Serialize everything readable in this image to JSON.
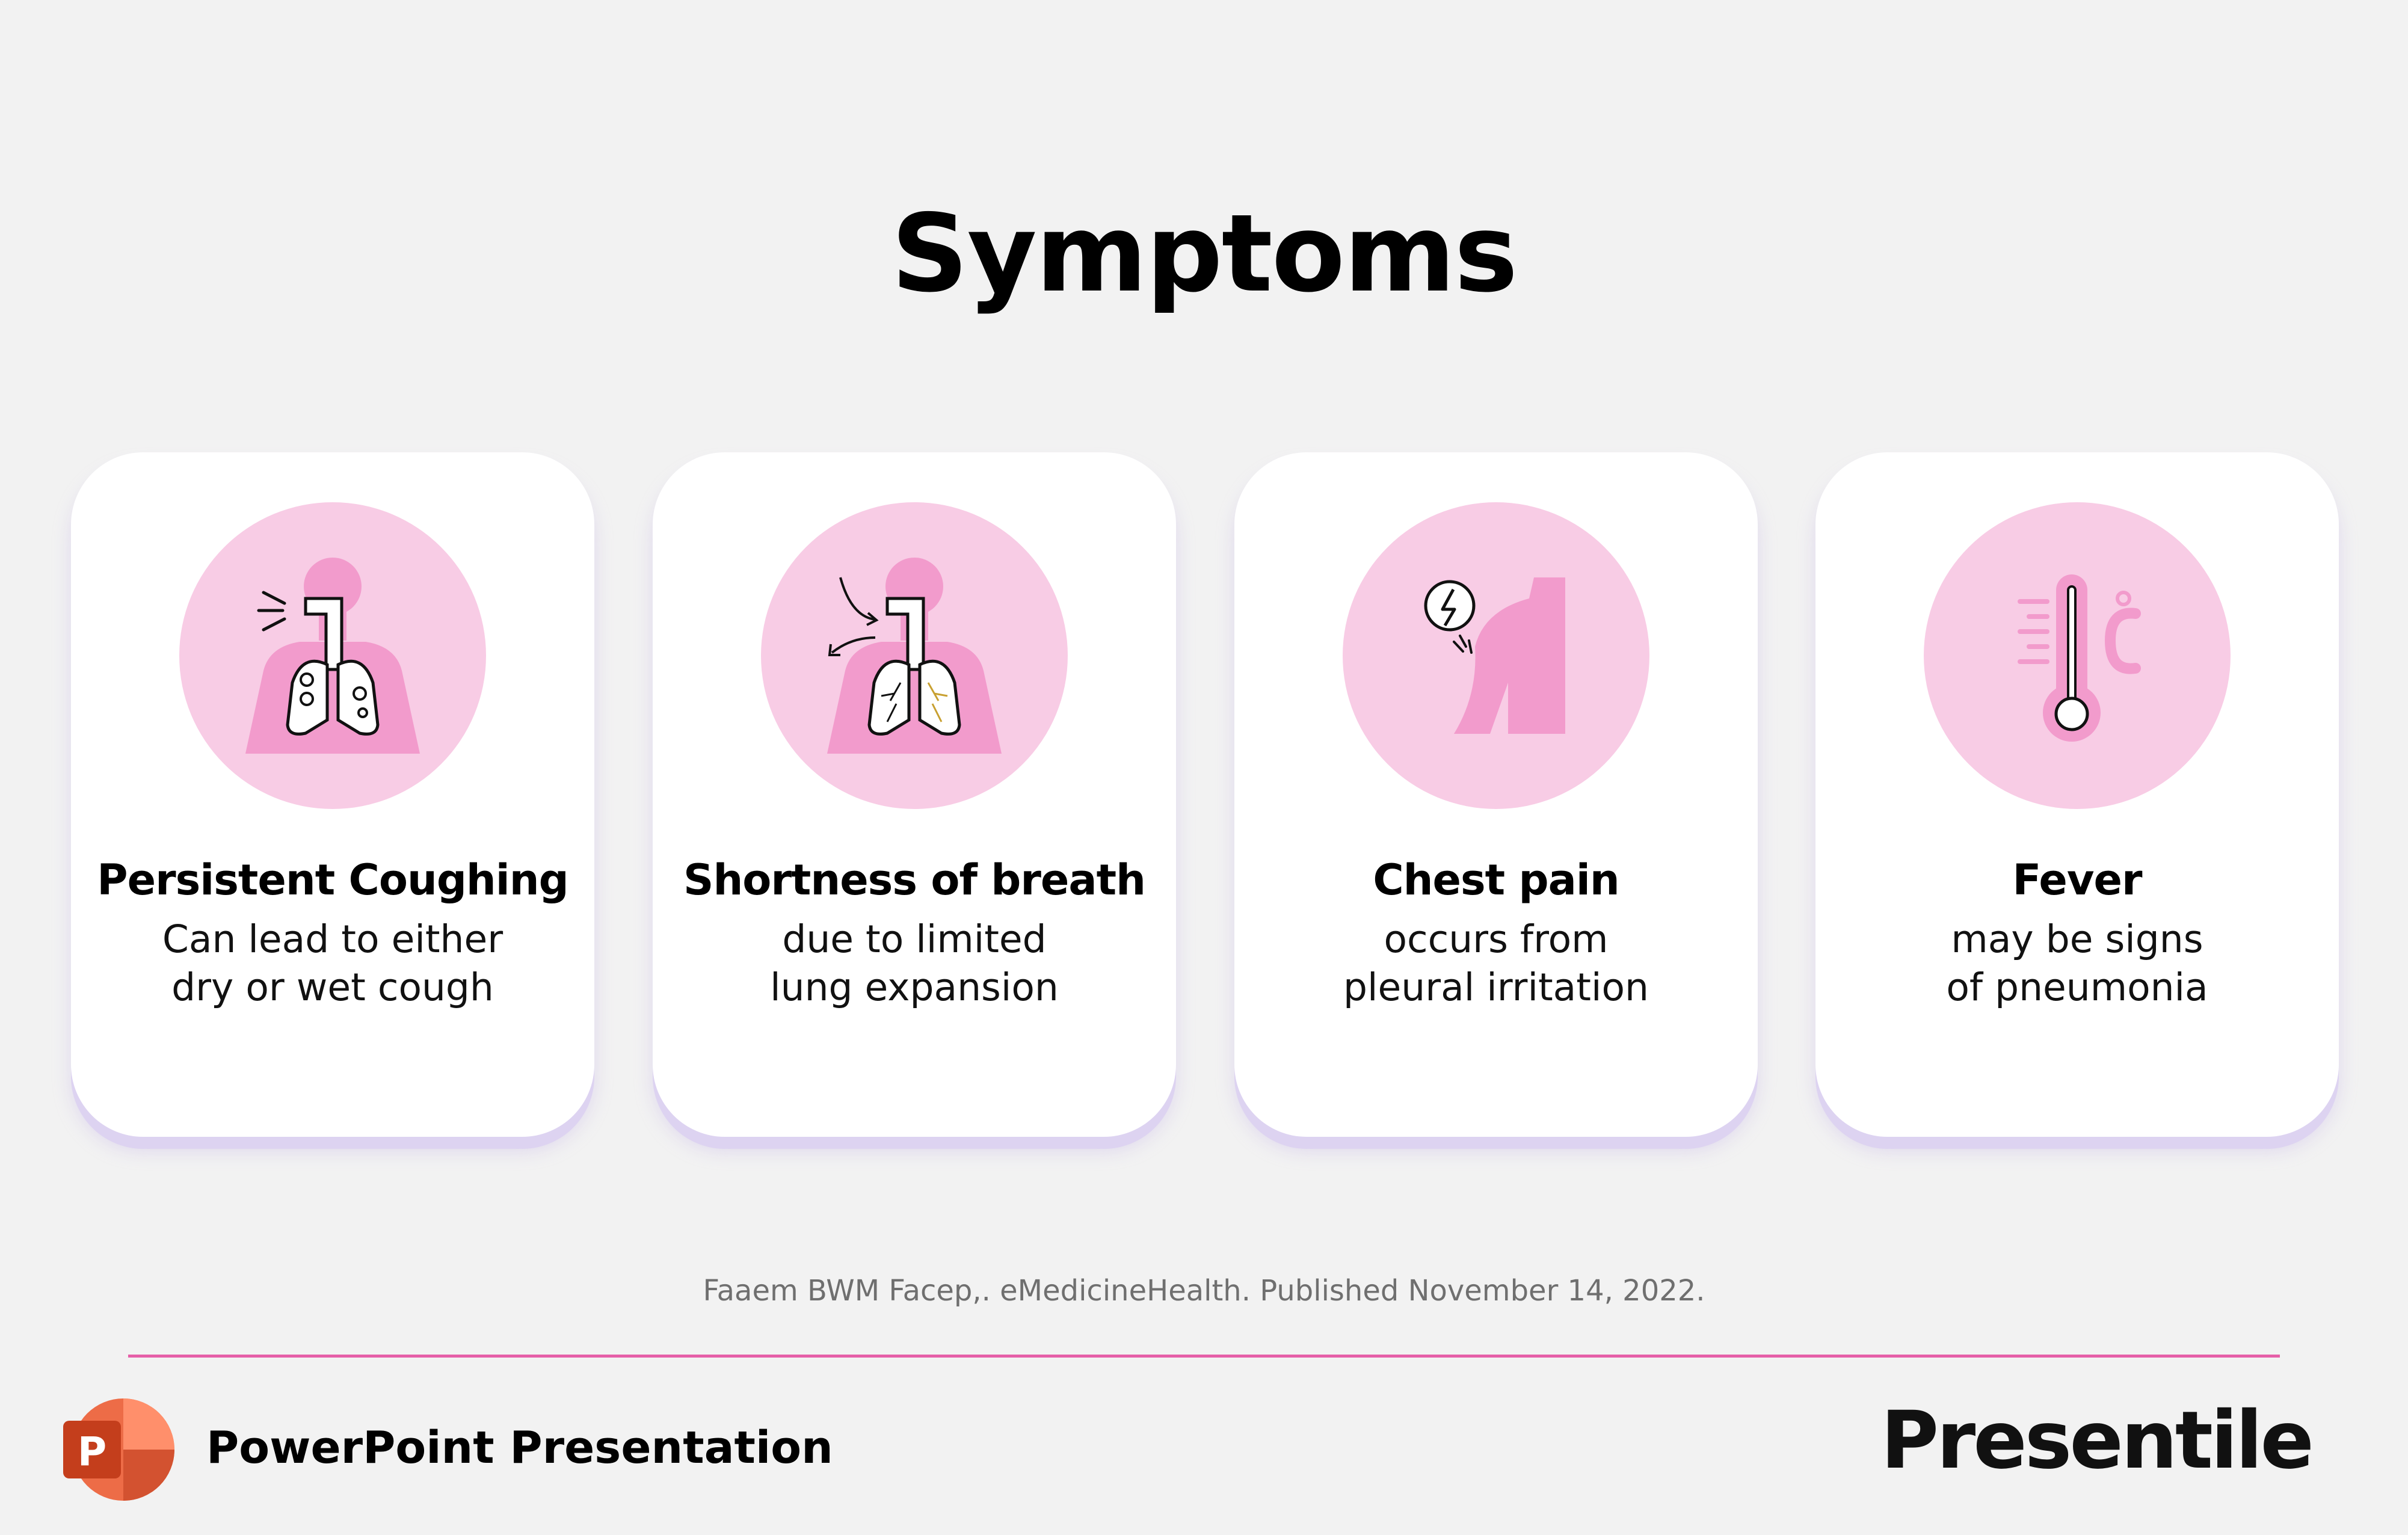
{
  "slide": {
    "title": "Symptoms",
    "source": "Faaem BWM Facep,. eMedicineHealth. Published November 14, 2022."
  },
  "cards": [
    {
      "icon": "coughing-lungs-icon",
      "title": "Persistent Coughing",
      "line1": "Can lead to either",
      "line2": "dry or wet cough"
    },
    {
      "icon": "breathing-lungs-icon",
      "title": "Shortness of breath",
      "line1": "due to limited",
      "line2": "lung expansion"
    },
    {
      "icon": "chest-pain-icon",
      "title": "Chest pain",
      "line1": "occurs from",
      "line2": "pleural irritation"
    },
    {
      "icon": "thermometer-icon",
      "title": "Fever",
      "line1": "may be signs",
      "line2": "of pneumonia"
    }
  ],
  "footer": {
    "label": "PowerPoint Presentation",
    "brand": "Presentile"
  },
  "colors": {
    "background": "#f2f2f2",
    "card": "#ffffff",
    "icon_circle": "#f8cce5",
    "icon_fill": "#f29bcc",
    "divider": "#e65fa8",
    "ppt_orange": "#d24726"
  }
}
